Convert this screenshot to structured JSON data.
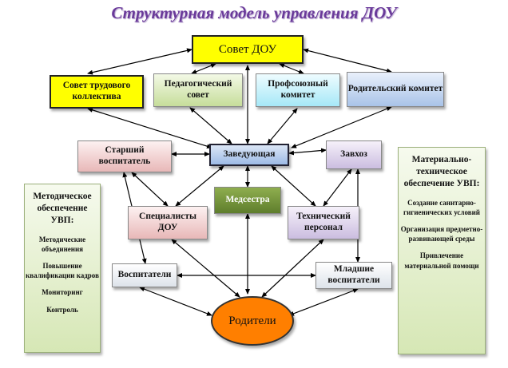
{
  "title": "Структурная модель управления ДОУ",
  "nodes": {
    "council": "Совет ДОУ",
    "labor_council": "Совет трудового коллектива",
    "ped_council": "Педагогический совет",
    "union": "Профсоюзный комитет",
    "parent_committee": "Родительский комитет",
    "head": "Заведующая",
    "senior_teacher": "Старший воспитатель",
    "supply_manager": "Завхоз",
    "nurse": "Медсестра",
    "specialists": "Специалисты ДОУ",
    "tech_staff": "Технический персонал",
    "teachers": "Воспитатели",
    "junior_teachers": "Младшие воспитатели",
    "parents": "Родители"
  },
  "left_panel": {
    "heading": "Методическое обеспечение УВП:",
    "items": [
      "Методические объединения",
      "Повышение квалификации кадров",
      "Мониторинг",
      "Контроль"
    ]
  },
  "right_panel": {
    "heading": "Материально-техническое обеспечение УВП:",
    "items": [
      "Создание санитарно-гигиенических условий",
      "Организация предметно-развивающей среды",
      "Привлечение материальной помощи"
    ]
  },
  "colors": {
    "title": "#6a3a9a",
    "council": "#ffff00",
    "parents": "#ff7f00",
    "nurse": "#6b8c35"
  }
}
